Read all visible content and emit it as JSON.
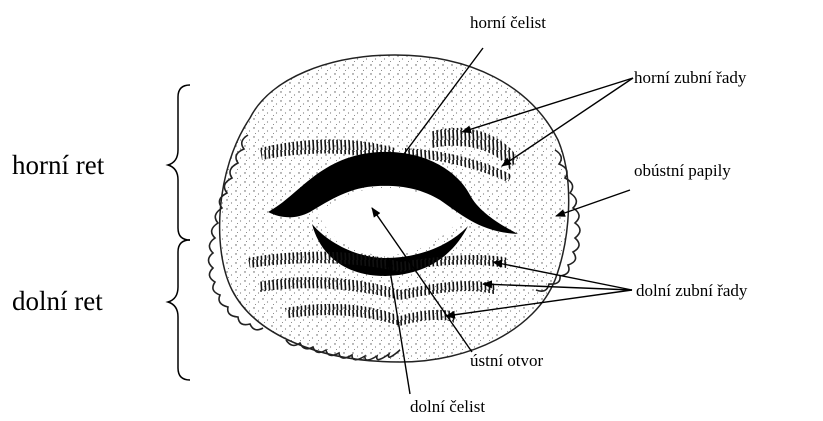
{
  "labels": {
    "upper_jaw": "horní čelist",
    "upper_tooth_rows": "horní zubní řady",
    "upper_lip": "horní ret",
    "oral_papillae": "obústní papily",
    "lower_lip": "dolní ret",
    "lower_tooth_rows": "dolní zubní řady",
    "mouth_opening": "ústní otvor",
    "lower_jaw": "dolní čelist"
  }
}
